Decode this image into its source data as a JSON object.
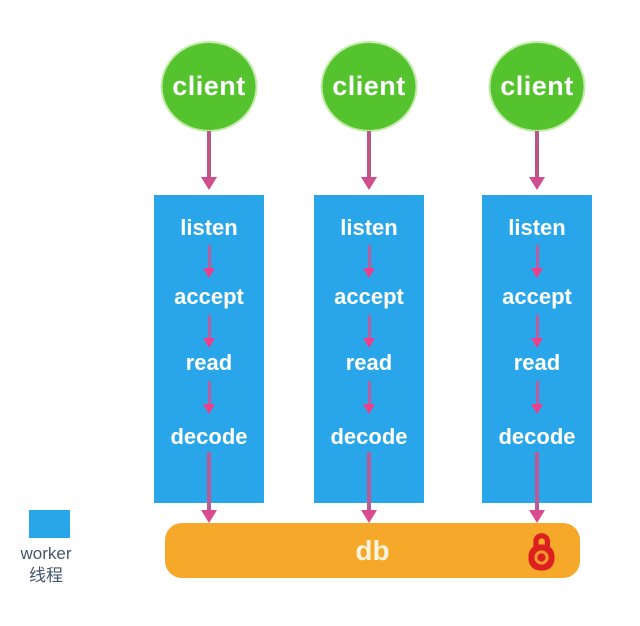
{
  "diagram": {
    "clients": [
      {
        "label": "client"
      },
      {
        "label": "client"
      },
      {
        "label": "client"
      }
    ],
    "workers": [
      {
        "steps": [
          {
            "label": "listen"
          },
          {
            "label": "accept"
          },
          {
            "label": "read"
          },
          {
            "label": "decode"
          }
        ]
      },
      {
        "steps": [
          {
            "label": "listen"
          },
          {
            "label": "accept"
          },
          {
            "label": "read"
          },
          {
            "label": "decode"
          }
        ]
      },
      {
        "steps": [
          {
            "label": "listen"
          },
          {
            "label": "accept"
          },
          {
            "label": "read"
          },
          {
            "label": "decode"
          }
        ]
      }
    ],
    "db": {
      "label": "db",
      "lock_icon": "lock-icon"
    },
    "legend": {
      "label_en": "worker",
      "label_zh": "线程"
    }
  },
  "colors": {
    "client_green": "#55C32D",
    "worker_blue": "#29A6EA",
    "arrow_pink": "#D6487F",
    "db_orange": "#F5A829",
    "lock_red": "#DC1F1F",
    "db_text": "#FBF3DC",
    "legend_text": "#44566B",
    "background": "#FFFFFF"
  }
}
